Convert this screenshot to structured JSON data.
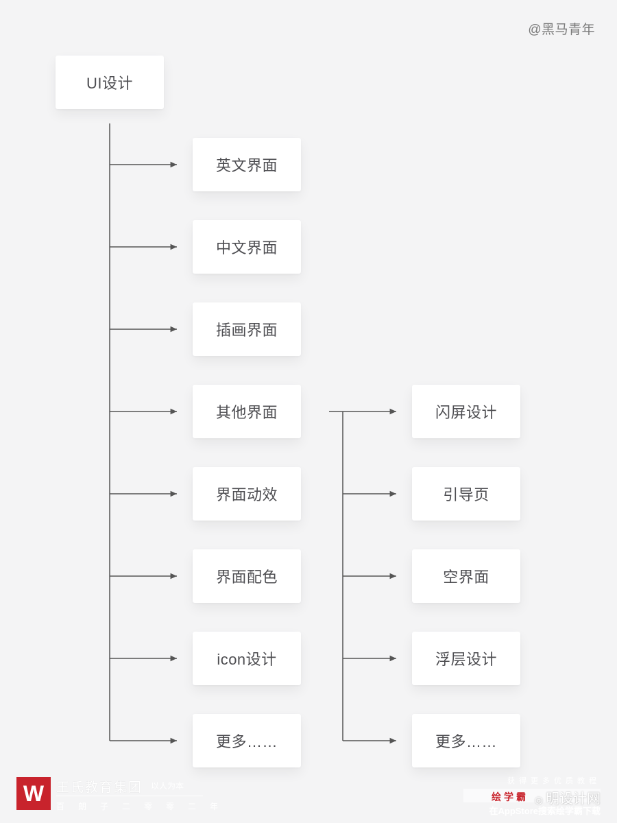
{
  "credit": "@黑马青年",
  "root": {
    "label": "UI设计"
  },
  "branches": [
    {
      "label": "英文界面"
    },
    {
      "label": "中文界面"
    },
    {
      "label": "插画界面"
    },
    {
      "label": "其他界面"
    },
    {
      "label": "界面动效"
    },
    {
      "label": "界面配色"
    },
    {
      "label": "icon设计"
    },
    {
      "label": "更多……"
    }
  ],
  "sub_branches": [
    {
      "label": "闪屏设计"
    },
    {
      "label": "引导页"
    },
    {
      "label": "空界面"
    },
    {
      "label": "浮层设计"
    },
    {
      "label": "更多……"
    }
  ],
  "colors": {
    "line": "#555555",
    "node_bg": "#ffffff",
    "page_bg": "#f4f4f5",
    "logo": "#c8232c"
  },
  "watermark_left": {
    "mark": "W",
    "name": "王氏教育集团",
    "slogan": "以人为本",
    "sub": "百朗子二零零二年"
  },
  "watermark_right": {
    "line1": "获得更多优质教程",
    "brand": "绘学霸",
    "site": "明设计网",
    "line3": "在AppStore搜索绘学霸下载"
  }
}
